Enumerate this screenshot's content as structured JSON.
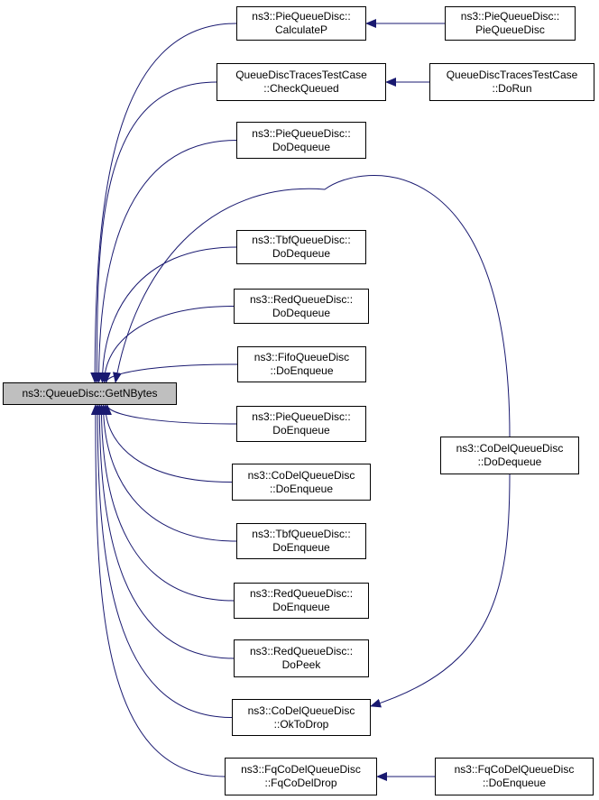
{
  "colors": {
    "edge": "#191970",
    "root_fill": "#bfbfbf",
    "node_border": "#000000"
  },
  "nodes": {
    "root": {
      "lines": [
        "ns3::QueueDisc::GetNBytes"
      ]
    },
    "pie_calculatep": {
      "lines": [
        "ns3::PieQueueDisc::",
        "CalculateP"
      ]
    },
    "pie_ctor": {
      "lines": [
        "ns3::PieQueueDisc::",
        "PieQueueDisc"
      ]
    },
    "traces_checkqueued": {
      "lines": [
        "QueueDiscTracesTestCase",
        "::CheckQueued"
      ]
    },
    "traces_dorun": {
      "lines": [
        "QueueDiscTracesTestCase",
        "::DoRun"
      ]
    },
    "pie_dodequeue": {
      "lines": [
        "ns3::PieQueueDisc::",
        "DoDequeue"
      ]
    },
    "tbf_dodequeue": {
      "lines": [
        "ns3::TbfQueueDisc::",
        "DoDequeue"
      ]
    },
    "red_dodequeue": {
      "lines": [
        "ns3::RedQueueDisc::",
        "DoDequeue"
      ]
    },
    "fifo_doenqueue": {
      "lines": [
        "ns3::FifoQueueDisc",
        "::DoEnqueue"
      ]
    },
    "pie_doenqueue": {
      "lines": [
        "ns3::PieQueueDisc::",
        "DoEnqueue"
      ]
    },
    "codel_doenqueue": {
      "lines": [
        "ns3::CoDelQueueDisc",
        "::DoEnqueue"
      ]
    },
    "tbf_doenqueue": {
      "lines": [
        "ns3::TbfQueueDisc::",
        "DoEnqueue"
      ]
    },
    "red_doenqueue": {
      "lines": [
        "ns3::RedQueueDisc::",
        "DoEnqueue"
      ]
    },
    "red_dopeek": {
      "lines": [
        "ns3::RedQueueDisc::",
        "DoPeek"
      ]
    },
    "codel_oktodrop": {
      "lines": [
        "ns3::CoDelQueueDisc",
        "::OkToDrop"
      ]
    },
    "fqcodel_fqcodeldrop": {
      "lines": [
        "ns3::FqCoDelQueueDisc",
        "::FqCoDelDrop"
      ]
    },
    "codel_dodequeue": {
      "lines": [
        "ns3::CoDelQueueDisc",
        "::DoDequeue"
      ]
    },
    "fqcodel_doenqueue": {
      "lines": [
        "ns3::FqCoDelQueueDisc",
        "::DoEnqueue"
      ]
    }
  },
  "edges": [
    {
      "from": "pie_calculatep",
      "to": "root"
    },
    {
      "from": "traces_checkqueued",
      "to": "root"
    },
    {
      "from": "pie_dodequeue",
      "to": "root"
    },
    {
      "from": "codel_dodequeue",
      "to": "root"
    },
    {
      "from": "tbf_dodequeue",
      "to": "root"
    },
    {
      "from": "red_dodequeue",
      "to": "root"
    },
    {
      "from": "fifo_doenqueue",
      "to": "root"
    },
    {
      "from": "pie_doenqueue",
      "to": "root"
    },
    {
      "from": "codel_doenqueue",
      "to": "root"
    },
    {
      "from": "tbf_doenqueue",
      "to": "root"
    },
    {
      "from": "red_doenqueue",
      "to": "root"
    },
    {
      "from": "red_dopeek",
      "to": "root"
    },
    {
      "from": "codel_oktodrop",
      "to": "root"
    },
    {
      "from": "fqcodel_fqcodeldrop",
      "to": "root"
    },
    {
      "from": "pie_ctor",
      "to": "pie_calculatep"
    },
    {
      "from": "traces_dorun",
      "to": "traces_checkqueued"
    },
    {
      "from": "codel_dodequeue",
      "to": "codel_oktodrop"
    },
    {
      "from": "fqcodel_doenqueue",
      "to": "fqcodel_fqcodeldrop"
    }
  ]
}
